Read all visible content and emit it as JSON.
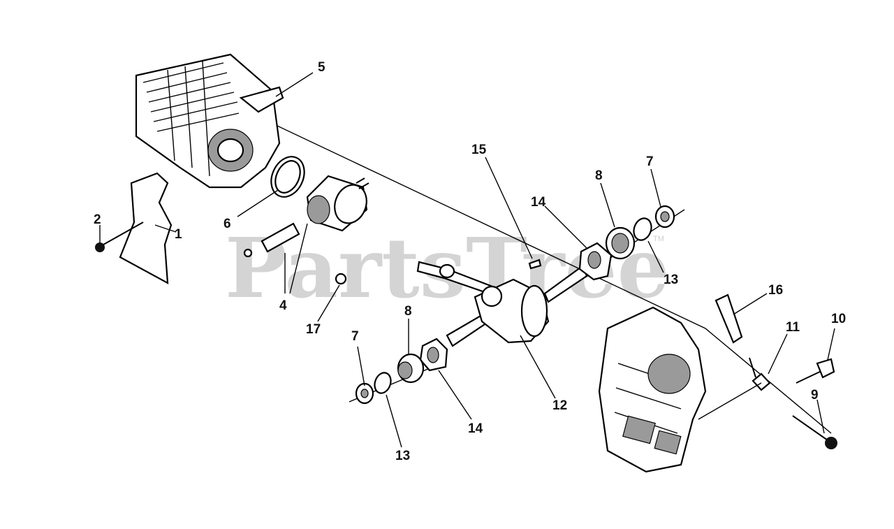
{
  "watermark": {
    "text": "PartsTree",
    "mark": "TM"
  },
  "callouts": [
    {
      "id": "c1",
      "label": "1"
    },
    {
      "id": "c2",
      "label": "2"
    },
    {
      "id": "c4",
      "label": "4"
    },
    {
      "id": "c5",
      "label": "5"
    },
    {
      "id": "c6",
      "label": "6"
    },
    {
      "id": "c7a",
      "label": "7"
    },
    {
      "id": "c7b",
      "label": "7"
    },
    {
      "id": "c8a",
      "label": "8"
    },
    {
      "id": "c8b",
      "label": "8"
    },
    {
      "id": "c9",
      "label": "9"
    },
    {
      "id": "c10",
      "label": "10"
    },
    {
      "id": "c11",
      "label": "11"
    },
    {
      "id": "c12",
      "label": "12"
    },
    {
      "id": "c13a",
      "label": "13"
    },
    {
      "id": "c13b",
      "label": "13"
    },
    {
      "id": "c14a",
      "label": "14"
    },
    {
      "id": "c14b",
      "label": "14"
    },
    {
      "id": "c15",
      "label": "15"
    },
    {
      "id": "c16",
      "label": "16"
    },
    {
      "id": "c17",
      "label": "17"
    }
  ]
}
